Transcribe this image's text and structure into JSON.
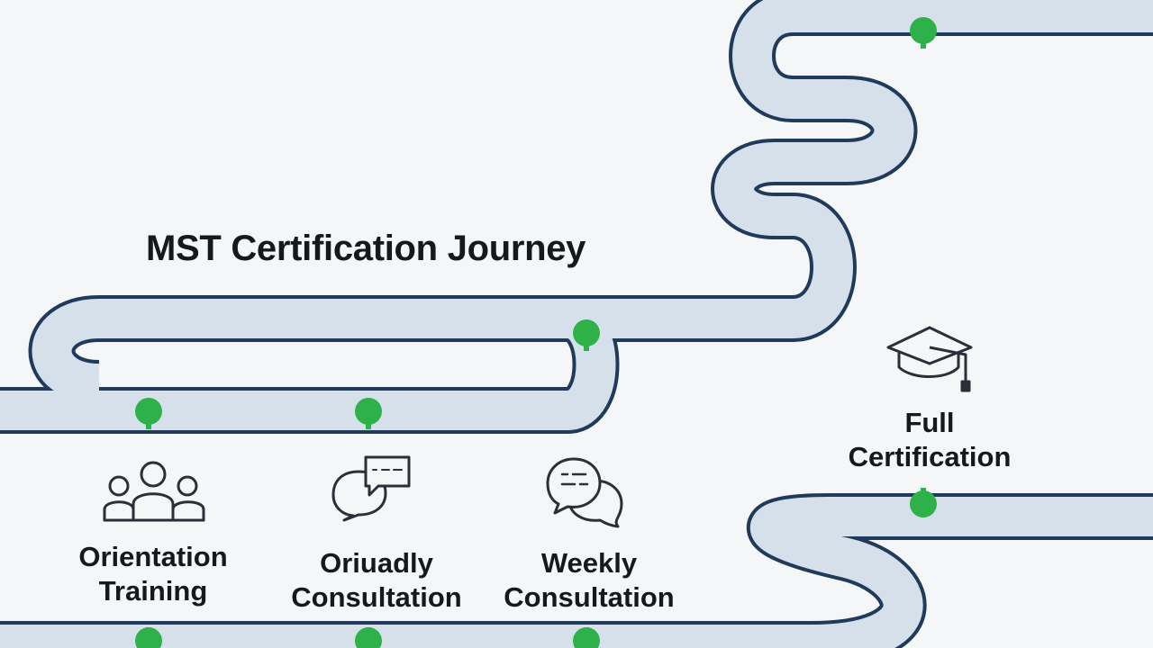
{
  "title": "MST Certification Journey",
  "colors": {
    "background": "#f5f6f8",
    "road_fill": "#d6e0ea",
    "road_outline": "#1f3a5a",
    "milestone": "#2fb14a",
    "text": "#16181d"
  },
  "milestones": [
    {
      "line1": "Orientation",
      "line2": "Training",
      "icon": "people-icon"
    },
    {
      "line1": "Oriuadly",
      "line2": "Consultation",
      "icon": "chat-bubbles-icon"
    },
    {
      "line1": "Weekly",
      "line2": "Consultation",
      "icon": "speech-bubbles-icon"
    },
    {
      "line1": "Full",
      "line2": "Certification",
      "icon": "graduation-cap-icon"
    }
  ]
}
